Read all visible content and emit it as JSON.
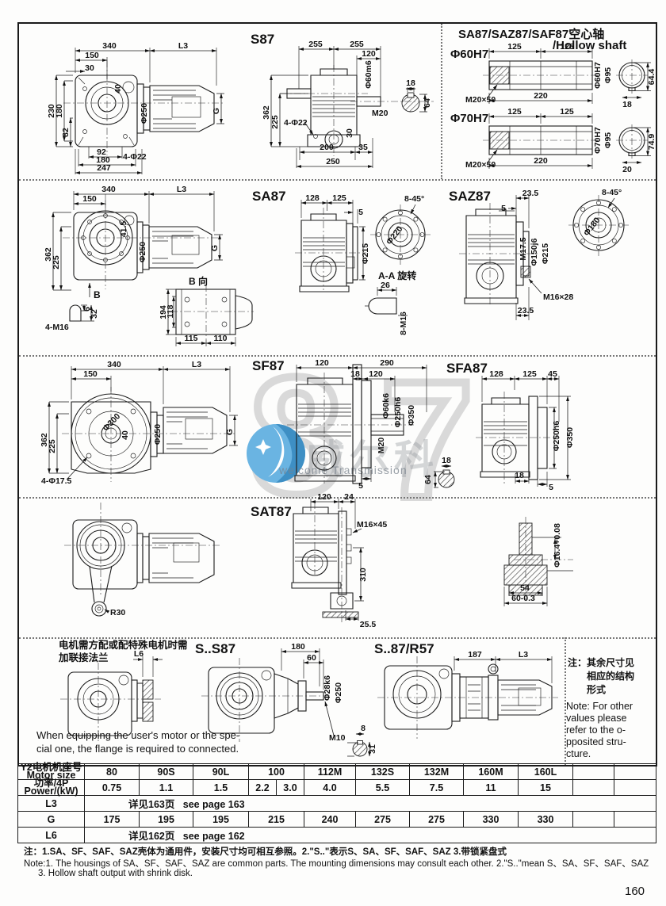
{
  "page_number": "160",
  "watermark": {
    "big8": "8",
    "big7": "7",
    "cn": "威尔科",
    "en": "welcome Transmission"
  },
  "s87": {
    "title": "S87",
    "front": {
      "w340": "340",
      "l3": "L3",
      "w150": "150",
      "w30": "30",
      "h230": "230",
      "h180": "180",
      "h82": "82",
      "r40": "40",
      "r250": "Φ250",
      "g": "G",
      "b92": "92",
      "holes": "4-Φ22",
      "b180": "180",
      "b247": "247"
    },
    "side": {
      "t255a": "255",
      "t255b": "255",
      "t120": "120",
      "shaft": "Φ60m6",
      "kw": "18",
      "kh": "64",
      "m20": "M20",
      "h362": "362",
      "h225": "225",
      "holes": "4-Φ22",
      "r30": "30",
      "b200": "200",
      "b35": "35",
      "b250": "250"
    }
  },
  "hollow": {
    "title_cn": "SA87/SAZ87/SAF87空心轴",
    "title_en": "/Hollow shaft",
    "v1": {
      "name": "Φ60H7",
      "da": "125",
      "db": "125",
      "thread": "M20×50",
      "len": "220",
      "bore": "Φ60H7",
      "od": "Φ95",
      "kh": "64.4",
      "kw": "18"
    },
    "v2": {
      "name": "Φ70H7",
      "da": "125",
      "db": "125",
      "thread": "M20×50",
      "len": "220",
      "bore": "Φ70H7",
      "od": "Φ95",
      "kh": "74.9",
      "kw": "20"
    }
  },
  "sa87": {
    "title": "SA87",
    "front": {
      "w340": "340",
      "l3": "L3",
      "w150": "150",
      "h362": "362",
      "h225": "225",
      "r415": "41.5",
      "r250": "Φ250",
      "g": "G",
      "b": "B",
      "key": "4-M16",
      "k6": "6",
      "k32": "32"
    },
    "bview": {
      "label": "B 向",
      "h194": "194",
      "h118": "118",
      "b115": "115",
      "b110": "110"
    },
    "side": {
      "t128": "128",
      "t125": "125",
      "t5": "5",
      "d215": "Φ215",
      "fcirc": "Φ220",
      "f845": "8-45°",
      "aa": "A-A 旋转",
      "p26": "26",
      "pm16": "8-M16"
    }
  },
  "saz87": {
    "title": "SAZ87",
    "t235": "23.5",
    "t5": "5",
    "m175": "M17.5",
    "d150": "Φ150j6",
    "d215": "Φ215",
    "fcirc": "Φ180",
    "f845": "8-45°",
    "m1628": "M16×28",
    "b235": "23.5"
  },
  "sf87": {
    "title": "SF87",
    "front": {
      "w340": "340",
      "l3": "L3",
      "w150": "150",
      "h362": "362",
      "h225": "225",
      "d300": "Φ300",
      "r40": "40",
      "r250": "Φ250",
      "g": "G",
      "holes": "4-Φ17.5"
    },
    "side": {
      "t120": "120",
      "t290": "290",
      "t18": "18",
      "t120b": "120",
      "shaft": "Φ60k6",
      "spig": "Φ250h6",
      "fl": "Φ350",
      "m20": "M20",
      "b5": "5",
      "kw": "18",
      "kh": "64"
    }
  },
  "sfa87": {
    "title": "SFA87",
    "t128": "128",
    "t125": "125",
    "t45": "45",
    "spig": "Φ250h6",
    "fl": "Φ350",
    "b18": "18",
    "b5": "5"
  },
  "sat87": {
    "title": "SAT87",
    "r30": "R30",
    "side": {
      "t120": "120",
      "t24": "24",
      "bolt": "M16×45",
      "h310": "310",
      "b255": "25.5"
    },
    "detail": {
      "dia": "Φ16.4+0.08",
      "w54": "54",
      "w60": "60-0.3"
    }
  },
  "row5": {
    "cn1": "电机需方配或配特殊电机时需",
    "cn2": "加联接法兰",
    "l6": "L6",
    "en1": "When equipping the user's motor or the spe-",
    "en2": "cial one, the flange is required to connected.",
    "ss87": {
      "title": "S..S87",
      "t180": "180",
      "t60": "60",
      "shaft": "Φ28k6",
      "fl": "Φ250",
      "m10": "M10",
      "kw": "8",
      "kh": "31"
    },
    "s87r57": {
      "title": "S..87/R57",
      "t187": "187",
      "l3": "L3"
    },
    "note": {
      "cn1": "注：其余尺寸见",
      "cn2": "相应的结构",
      "cn3": "形式",
      "en1": "Note: For other",
      "en2": "values please",
      "en3": "refer to the o-",
      "en4": "pposited stru-",
      "en5": "cture."
    }
  },
  "table": {
    "r1cn": "Y2电机机座号",
    "r1en": "Motor size",
    "r2cn": "功率/4P",
    "r2en": "Power/(kW)",
    "l3": "L3",
    "g": "G",
    "l6": "L6",
    "sizes": [
      "80",
      "90S",
      "90L",
      "100",
      "112M",
      "132S",
      "132M",
      "160M",
      "160L"
    ],
    "power": [
      "0.75",
      "1.1",
      "1.5",
      "2.2",
      "3.0",
      "4.0",
      "5.5",
      "7.5",
      "11",
      "15"
    ],
    "gvals": [
      "175",
      "195",
      "195",
      "215",
      "240",
      "275",
      "275",
      "330",
      "330"
    ],
    "l3cn": "详见163页",
    "l3en": "see page 163",
    "l6cn": "详见162页",
    "l6en": "see page 162"
  },
  "notes": {
    "cn": "注：1.SA、SF、SAF、SAZ壳体为通用件，安装尺寸均可相互参照。2.\"S..\"表示S、SA、SF、SAF、SAZ 3.带锁紧盘式",
    "en1": "Note:1. The housings of SA、SF、SAF、SAZ are common parts. The mounting dimensions may consult each other. 2.\"S..\"mean S、SA、SF、SAF、SAZ",
    "en2": "3. Hollow shaft output with shrink disk."
  }
}
